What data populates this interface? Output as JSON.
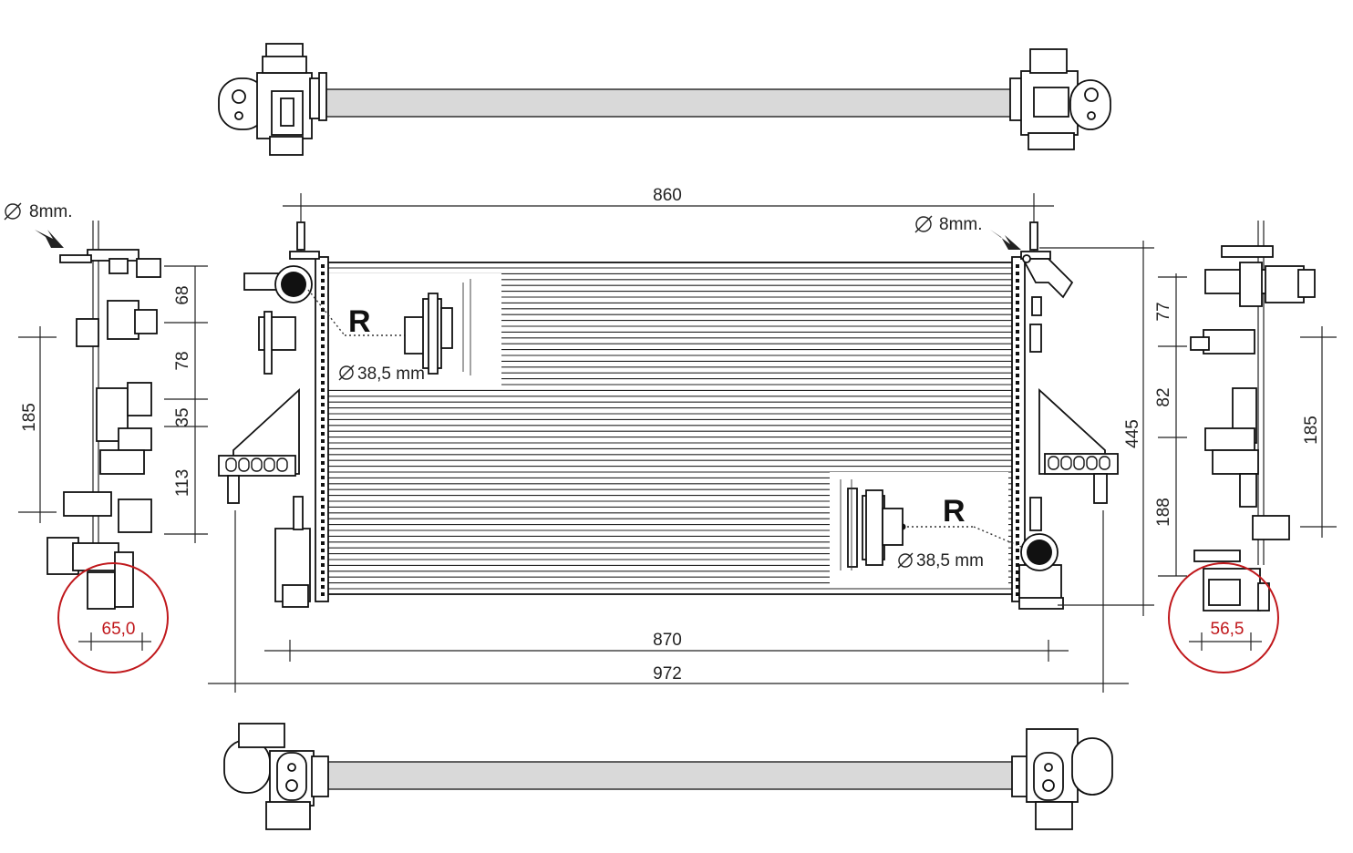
{
  "dimensions": {
    "top_width": "860",
    "bottom_core": "870",
    "bottom_total": "972",
    "height": "445",
    "left_side": {
      "d68": "68",
      "d78": "78",
      "d35": "35",
      "d113": "113",
      "d185": "185",
      "depth": "65,0"
    },
    "right_side": {
      "d77": "77",
      "d82": "82",
      "d188": "188",
      "d185": "185",
      "depth": "56,5"
    }
  },
  "callouts": {
    "mount_left": "8mm.",
    "mount_right": "8mm.",
    "pipe_top": "38,5 mm",
    "pipe_bottom": "38,5 mm",
    "r_top": "R",
    "r_bottom": "R"
  },
  "colors": {
    "line": "#111111",
    "highlight": "#c0181c",
    "core_fill": "#d9d9d9"
  },
  "icons": [
    "diameter-icon",
    "arrow-icon",
    "circle-highlight"
  ]
}
